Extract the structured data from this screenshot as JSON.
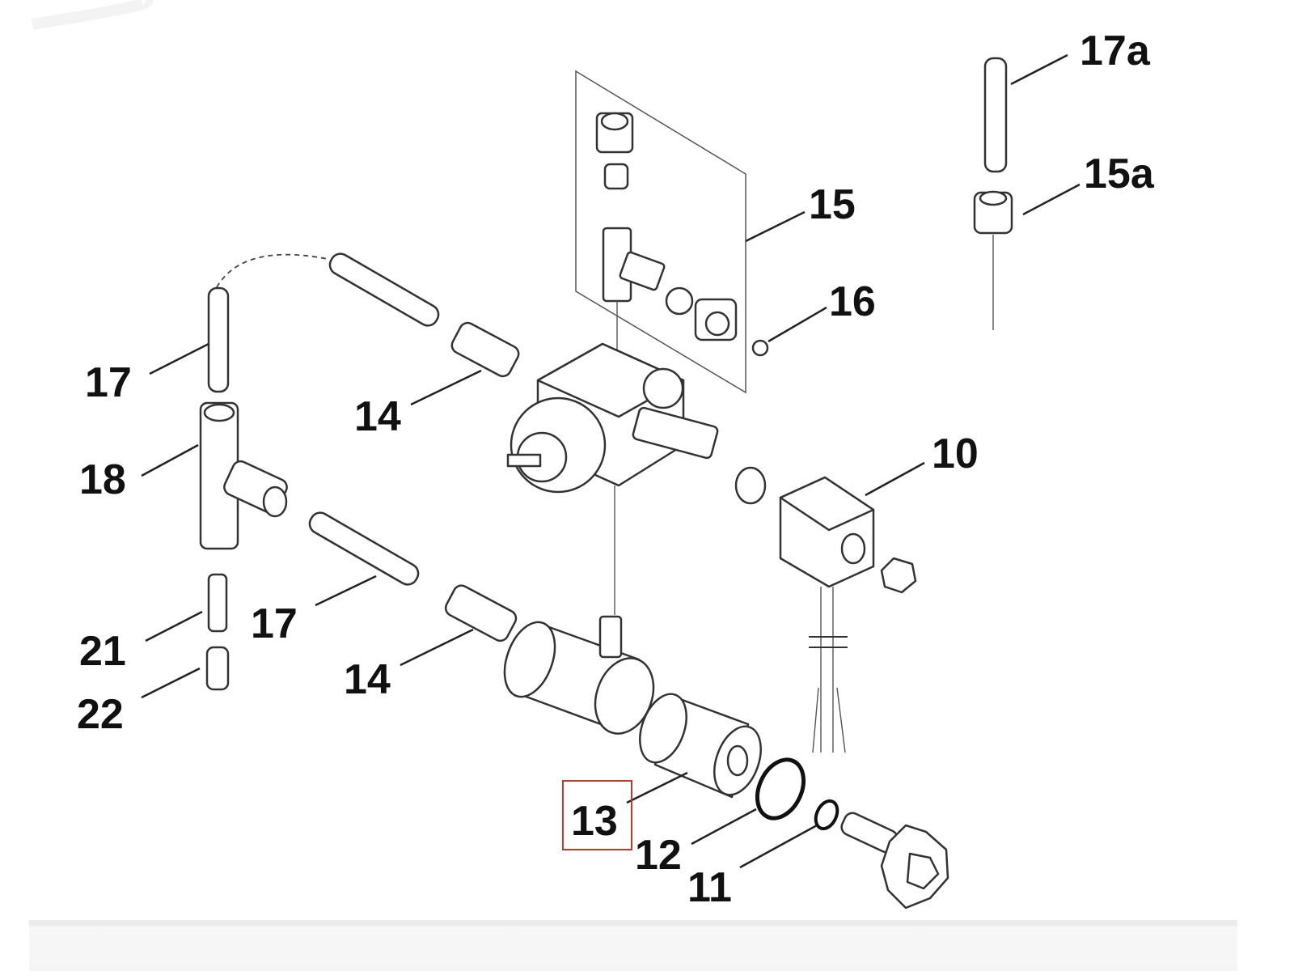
{
  "diagram": {
    "highlight_color": "#c0392b",
    "highlighted_label": "13",
    "labels": {
      "l17a": "17a",
      "l15a": "15a",
      "l15": "15",
      "l16": "16",
      "l17_top": "17",
      "l14_top": "14",
      "l18": "18",
      "l10": "10",
      "l17_mid": "17",
      "l21": "21",
      "l14_low": "14",
      "l22": "22",
      "l13": "13",
      "l12": "12",
      "l11": "11"
    }
  }
}
